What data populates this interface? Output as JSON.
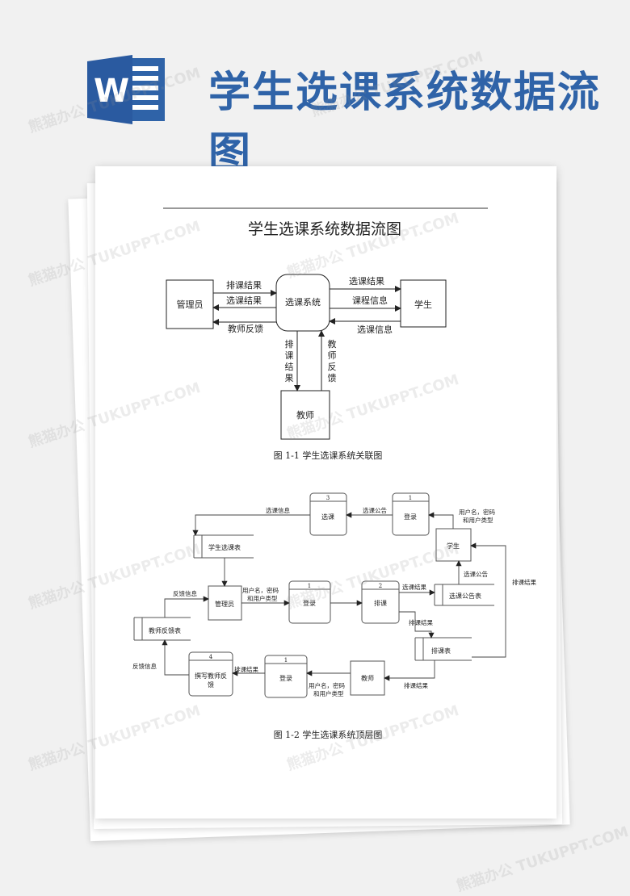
{
  "banner": {
    "title": "学生选课系统数据流图"
  },
  "document": {
    "title": "学生选课系统数据流图",
    "context_diagram": {
      "nodes": {
        "admin": "管理员",
        "system": "选课系统",
        "student": "学生",
        "teacher": "教师"
      },
      "flows": {
        "admin_to_sys": "排课结果",
        "sys_to_admin_1": "选课结果",
        "sys_to_admin_2": "教师反馈",
        "sys_to_student_1": "选课结果",
        "sys_to_student_2": "课程信息",
        "student_to_sys": "选课信息",
        "sys_to_teacher": "排课结果",
        "teacher_to_sys": "教师反馈"
      },
      "caption": "图 1-1 学生选课系统关联图"
    },
    "top_diagram": {
      "processes": {
        "p3_num": "3",
        "p3_name": "选课",
        "p1a_num": "1",
        "p1a_name": "登录",
        "p1b_num": "1",
        "p1b_name": "登录",
        "p2_num": "2",
        "p2_name": "排课",
        "p4_num": "4",
        "p4_name_1": "撰写教师反",
        "p4_name_2": "馈",
        "p1c_num": "1",
        "p1c_name": "登录"
      },
      "entities": {
        "student": "学生",
        "admin": "管理员",
        "teacher": "教师"
      },
      "stores": {
        "course_selection": "学生选课表",
        "notice": "选课公告表",
        "feedback": "教师反馈表",
        "schedule": "排课表"
      },
      "flows": {
        "sel_info": "选课信息",
        "sel_notice": "选课公告",
        "cred_a1": "用户名，密码",
        "cred_a2": "和用户类型",
        "notice_flow": "选课公告",
        "schedule_result_r": "排课结果",
        "feedback_info_1": "反馈信息",
        "cred_b1": "用户名，密码",
        "cred_b2": "和用户类型",
        "sel_result": "选课结果",
        "schedule_result_mid": "排课结果",
        "feedback_info_2": "反馈信息",
        "schedule_result_bl": "排课结果",
        "cred_c1": "用户名，密码",
        "cred_c2": "和用户类型",
        "schedule_result_br": "排课结果"
      },
      "caption": "图 1-2 学生选课系统顶层图"
    }
  },
  "watermark": "熊猫办公 TUKUPPT.COM"
}
